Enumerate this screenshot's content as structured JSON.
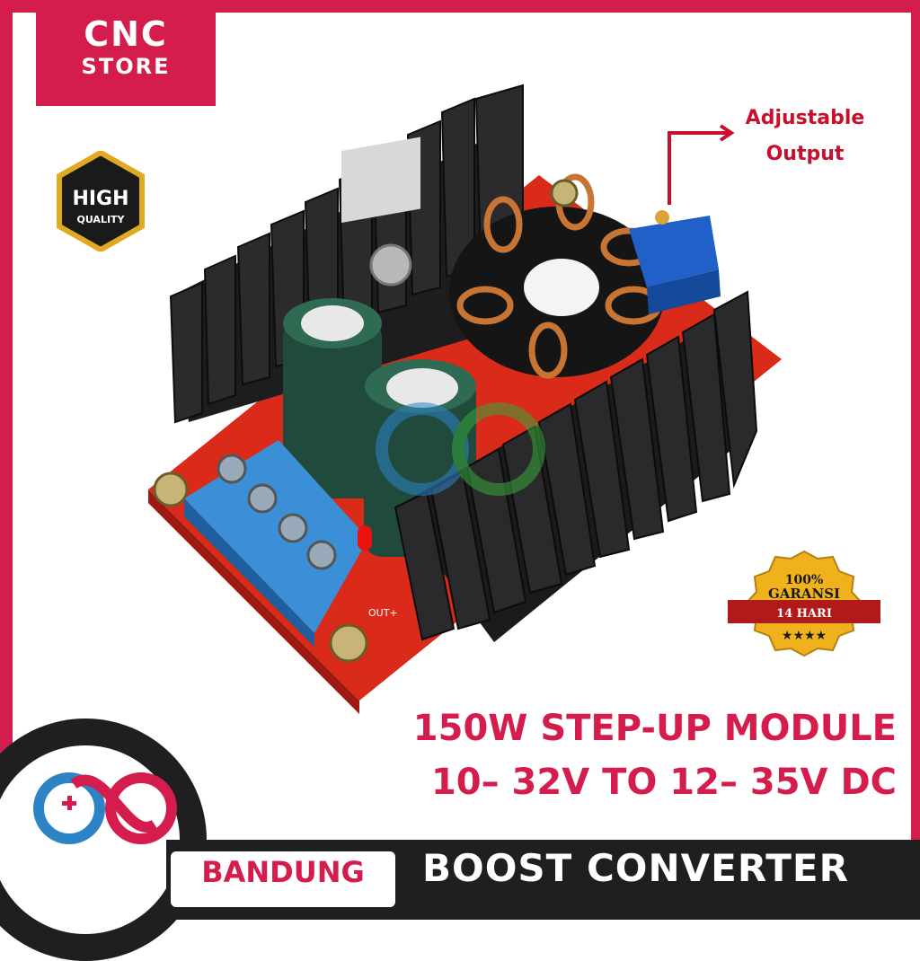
{
  "brand": {
    "line1": "CNC",
    "line2": "STORE"
  },
  "badges": {
    "high_quality": {
      "line1": "HIGH",
      "line2": "QUALITY"
    },
    "warranty": {
      "line1": "100%",
      "line2": "GARANSI",
      "line3": "14 HARI"
    }
  },
  "annotation": {
    "line1": "Adjustable",
    "line2": "Output"
  },
  "pcb_label": "OUT+",
  "headline": {
    "line1": "150W STEP-UP MODULE",
    "line2": "10– 32V TO 12– 35V DC"
  },
  "footer": {
    "city": "BANDUNG",
    "product": "BOOST CONVERTER"
  },
  "colors": {
    "brand_red": "#d41d4c",
    "dark": "#1f1f22",
    "gold": "#e0a91f",
    "terminal_blue": "#3a8fd6",
    "pcb_red": "#d92a1a"
  }
}
